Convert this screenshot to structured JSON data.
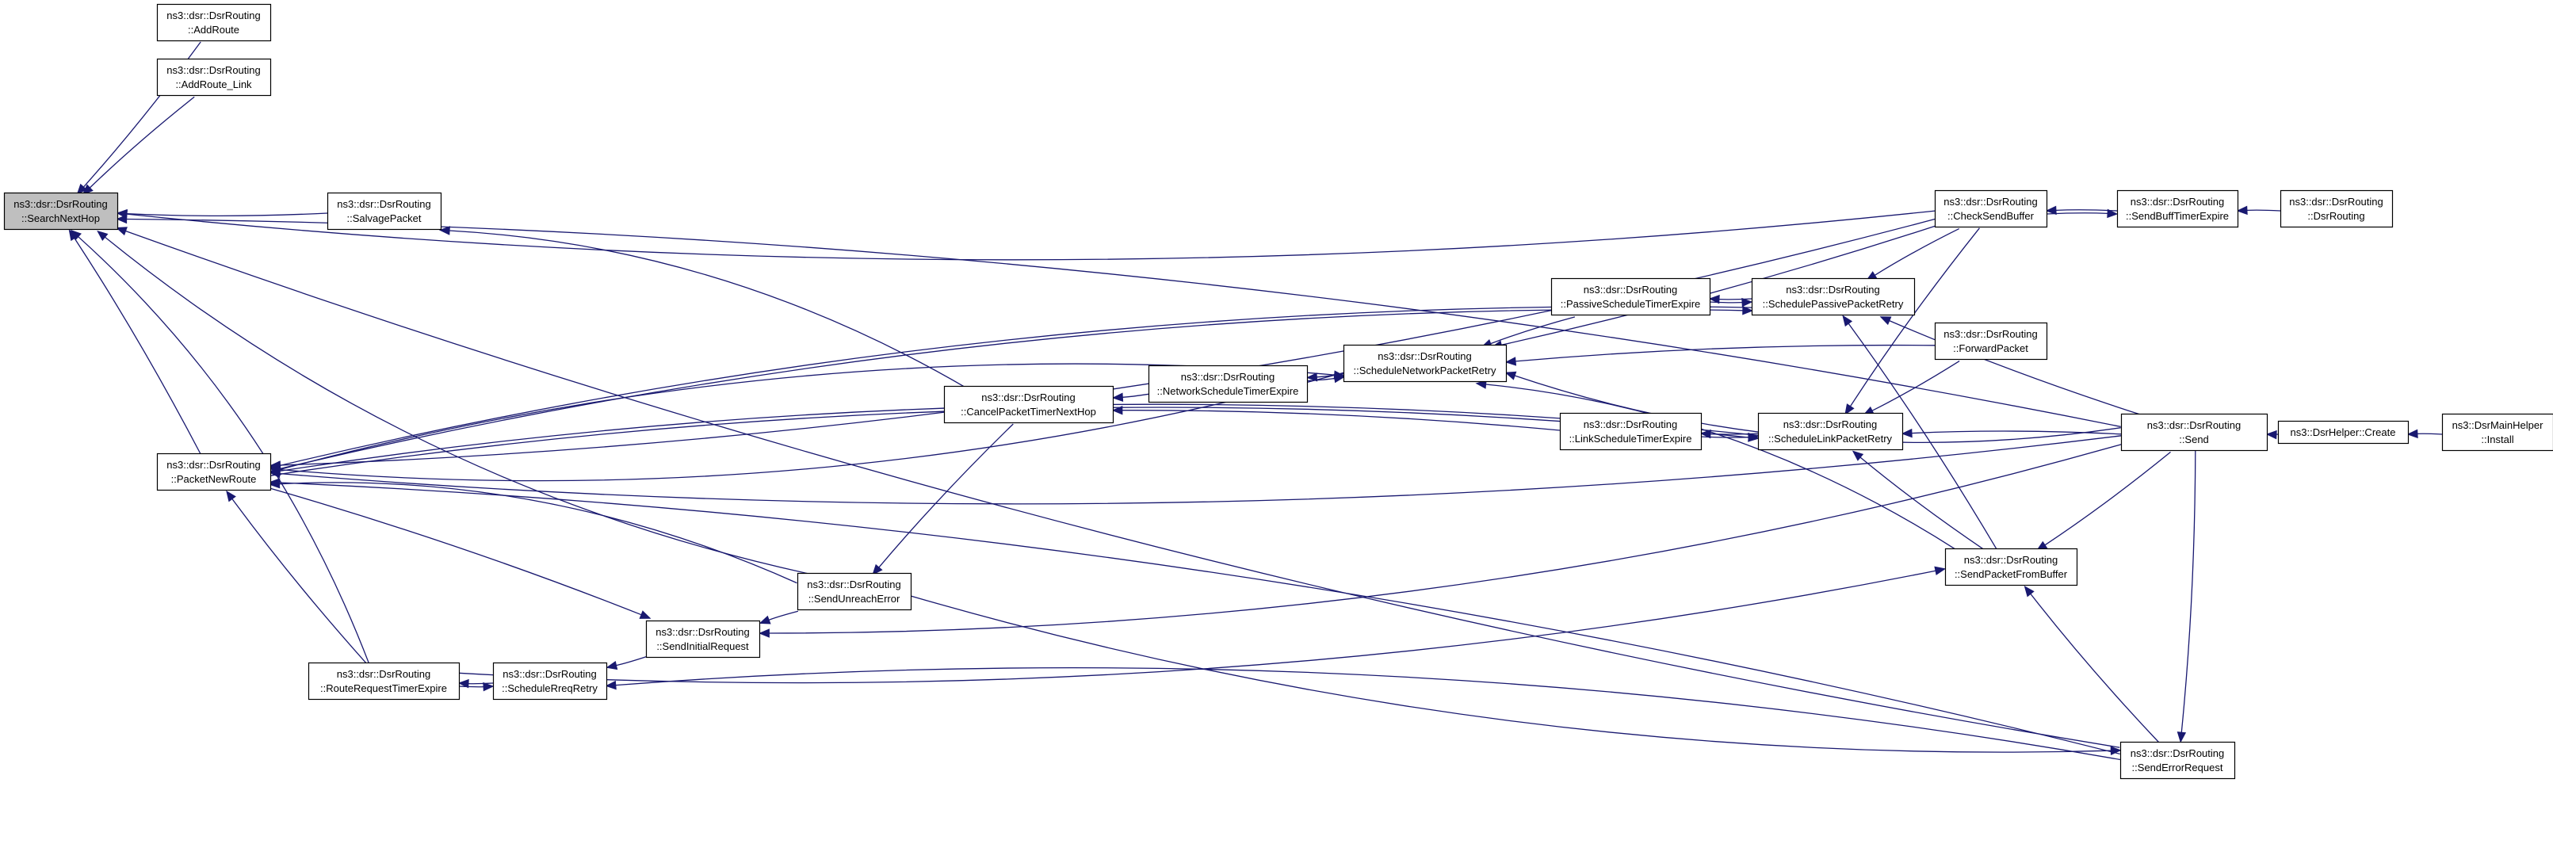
{
  "diagram": {
    "type": "doxygen-caller-graph",
    "colors": {
      "edge": "#191970",
      "focus_fill": "#bfbfbf",
      "node_fill": "#ffffff",
      "node_border": "#000000"
    },
    "nodes": [
      {
        "id": "SearchNextHop",
        "line1": "ns3::dsr::DsrRouting",
        "line2": "::SearchNextHop",
        "focus": true
      },
      {
        "id": "AddRoute",
        "line1": "ns3::dsr::DsrRouting",
        "line2": "::AddRoute"
      },
      {
        "id": "AddRoute_Link",
        "line1": "ns3::dsr::DsrRouting",
        "line2": "::AddRoute_Link"
      },
      {
        "id": "SalvagePacket",
        "line1": "ns3::dsr::DsrRouting",
        "line2": "::SalvagePacket"
      },
      {
        "id": "PacketNewRoute",
        "line1": "ns3::dsr::DsrRouting",
        "line2": "::PacketNewRoute"
      },
      {
        "id": "RouteRequestTimerExpire",
        "line1": "ns3::dsr::DsrRouting",
        "line2": "::RouteRequestTimerExpire"
      },
      {
        "id": "ScheduleRreqRetry",
        "line1": "ns3::dsr::DsrRouting",
        "line2": "::ScheduleRreqRetry"
      },
      {
        "id": "SendInitialRequest",
        "line1": "ns3::dsr::DsrRouting",
        "line2": "::SendInitialRequest"
      },
      {
        "id": "SendUnreachError",
        "line1": "ns3::dsr::DsrRouting",
        "line2": "::SendUnreachError"
      },
      {
        "id": "CancelPacketTimerNextHop",
        "line1": "ns3::dsr::DsrRouting",
        "line2": "::CancelPacketTimerNextHop"
      },
      {
        "id": "NetworkScheduleTimerExpire",
        "line1": "ns3::dsr::DsrRouting",
        "line2": "::NetworkScheduleTimerExpire"
      },
      {
        "id": "ScheduleNetworkPacketRetry",
        "line1": "ns3::dsr::DsrRouting",
        "line2": "::ScheduleNetworkPacketRetry"
      },
      {
        "id": "PassiveScheduleTimerExpire",
        "line1": "ns3::dsr::DsrRouting",
        "line2": "::PassiveScheduleTimerExpire"
      },
      {
        "id": "SchedulePassivePacketRetry",
        "line1": "ns3::dsr::DsrRouting",
        "line2": "::SchedulePassivePacketRetry"
      },
      {
        "id": "LinkScheduleTimerExpire",
        "line1": "ns3::dsr::DsrRouting",
        "line2": "::LinkScheduleTimerExpire"
      },
      {
        "id": "ScheduleLinkPacketRetry",
        "line1": "ns3::dsr::DsrRouting",
        "line2": "::ScheduleLinkPacketRetry"
      },
      {
        "id": "CheckSendBuffer",
        "line1": "ns3::dsr::DsrRouting",
        "line2": "::CheckSendBuffer"
      },
      {
        "id": "SendBuffTimerExpire",
        "line1": "ns3::dsr::DsrRouting",
        "line2": "::SendBuffTimerExpire"
      },
      {
        "id": "DsrRouting",
        "line1": "ns3::dsr::DsrRouting",
        "line2": "::DsrRouting"
      },
      {
        "id": "ForwardPacket",
        "line1": "ns3::dsr::DsrRouting",
        "line2": "::ForwardPacket"
      },
      {
        "id": "Send",
        "line1": "ns3::dsr::DsrRouting",
        "line2": "::Send"
      },
      {
        "id": "DsrHelperCreate",
        "line1": "ns3::DsrHelper::Create",
        "line2": ""
      },
      {
        "id": "DsrMainHelperInstall",
        "line1": "ns3::DsrMainHelper",
        "line2": "::Install"
      },
      {
        "id": "SendPacketFromBuffer",
        "line1": "ns3::dsr::DsrRouting",
        "line2": "::SendPacketFromBuffer"
      },
      {
        "id": "SendErrorRequest",
        "line1": "ns3::dsr::DsrRouting",
        "line2": "::SendErrorRequest"
      }
    ],
    "edges": [
      {
        "from": "AddRoute",
        "to": "SearchNextHop"
      },
      {
        "from": "AddRoute_Link",
        "to": "SearchNextHop"
      },
      {
        "from": "CheckSendBuffer",
        "to": "SearchNextHop"
      },
      {
        "from": "Send",
        "to": "SearchNextHop"
      },
      {
        "from": "SalvagePacket",
        "to": "SearchNextHop"
      },
      {
        "from": "PacketNewRoute",
        "to": "SearchNextHop"
      },
      {
        "from": "SendUnreachError",
        "to": "SearchNextHop"
      },
      {
        "from": "RouteRequestTimerExpire",
        "to": "SearchNextHop"
      },
      {
        "from": "SendErrorRequest",
        "to": "SearchNextHop"
      },
      {
        "from": "CancelPacketTimerNextHop",
        "to": "SalvagePacket"
      },
      {
        "from": "CheckSendBuffer",
        "to": "PacketNewRoute"
      },
      {
        "from": "SchedulePassivePacketRetry",
        "to": "PacketNewRoute"
      },
      {
        "from": "ScheduleNetworkPacketRetry",
        "to": "PacketNewRoute"
      },
      {
        "from": "ScheduleLinkPacketRetry",
        "to": "PacketNewRoute"
      },
      {
        "from": "Send",
        "to": "PacketNewRoute"
      },
      {
        "from": "SendUnreachError",
        "to": "PacketNewRoute"
      },
      {
        "from": "RouteRequestTimerExpire",
        "to": "PacketNewRoute"
      },
      {
        "from": "SendErrorRequest",
        "to": "PacketNewRoute"
      },
      {
        "from": "ScheduleRreqRetry",
        "to": "RouteRequestTimerExpire"
      },
      {
        "from": "RouteRequestTimerExpire",
        "to": "ScheduleRreqRetry"
      },
      {
        "from": "SendInitialRequest",
        "to": "ScheduleRreqRetry"
      },
      {
        "from": "SendErrorRequest",
        "to": "ScheduleRreqRetry"
      },
      {
        "from": "PacketNewRoute",
        "to": "SendInitialRequest"
      },
      {
        "from": "SendUnreachError",
        "to": "SendInitialRequest"
      },
      {
        "from": "Send",
        "to": "SendInitialRequest"
      },
      {
        "from": "CancelPacketTimerNextHop",
        "to": "SendUnreachError"
      },
      {
        "from": "NetworkScheduleTimerExpire",
        "to": "CancelPacketTimerNextHop"
      },
      {
        "from": "LinkScheduleTimerExpire",
        "to": "CancelPacketTimerNextHop"
      },
      {
        "from": "ScheduleNetworkPacketRetry",
        "to": "NetworkScheduleTimerExpire"
      },
      {
        "from": "NetworkScheduleTimerExpire",
        "to": "ScheduleNetworkPacketRetry"
      },
      {
        "from": "PacketNewRoute",
        "to": "ScheduleNetworkPacketRetry"
      },
      {
        "from": "PassiveScheduleTimerExpire",
        "to": "ScheduleNetworkPacketRetry"
      },
      {
        "from": "CheckSendBuffer",
        "to": "ScheduleNetworkPacketRetry"
      },
      {
        "from": "ForwardPacket",
        "to": "ScheduleNetworkPacketRetry"
      },
      {
        "from": "Send",
        "to": "ScheduleNetworkPacketRetry"
      },
      {
        "from": "SendPacketFromBuffer",
        "to": "ScheduleNetworkPacketRetry"
      },
      {
        "from": "SchedulePassivePacketRetry",
        "to": "PassiveScheduleTimerExpire"
      },
      {
        "from": "PassiveScheduleTimerExpire",
        "to": "SchedulePassivePacketRetry"
      },
      {
        "from": "PacketNewRoute",
        "to": "SchedulePassivePacketRetry"
      },
      {
        "from": "CheckSendBuffer",
        "to": "SchedulePassivePacketRetry"
      },
      {
        "from": "Send",
        "to": "SchedulePassivePacketRetry"
      },
      {
        "from": "SendPacketFromBuffer",
        "to": "SchedulePassivePacketRetry"
      },
      {
        "from": "ScheduleLinkPacketRetry",
        "to": "LinkScheduleTimerExpire"
      },
      {
        "from": "LinkScheduleTimerExpire",
        "to": "ScheduleLinkPacketRetry"
      },
      {
        "from": "PacketNewRoute",
        "to": "ScheduleLinkPacketRetry"
      },
      {
        "from": "CheckSendBuffer",
        "to": "ScheduleLinkPacketRetry"
      },
      {
        "from": "ForwardPacket",
        "to": "ScheduleLinkPacketRetry"
      },
      {
        "from": "Send",
        "to": "ScheduleLinkPacketRetry"
      },
      {
        "from": "SendPacketFromBuffer",
        "to": "ScheduleLinkPacketRetry"
      },
      {
        "from": "SendBuffTimerExpire",
        "to": "CheckSendBuffer"
      },
      {
        "from": "CheckSendBuffer",
        "to": "SendBuffTimerExpire"
      },
      {
        "from": "DsrRouting",
        "to": "SendBuffTimerExpire"
      },
      {
        "from": "DsrHelperCreate",
        "to": "Send"
      },
      {
        "from": "DsrMainHelperInstall",
        "to": "DsrHelperCreate"
      },
      {
        "from": "Send",
        "to": "SendPacketFromBuffer"
      },
      {
        "from": "RouteRequestTimerExpire",
        "to": "SendPacketFromBuffer"
      },
      {
        "from": "SendErrorRequest",
        "to": "SendPacketFromBuffer"
      },
      {
        "from": "SendUnreachError",
        "to": "SendErrorRequest"
      },
      {
        "from": "Send",
        "to": "SendErrorRequest"
      }
    ]
  }
}
